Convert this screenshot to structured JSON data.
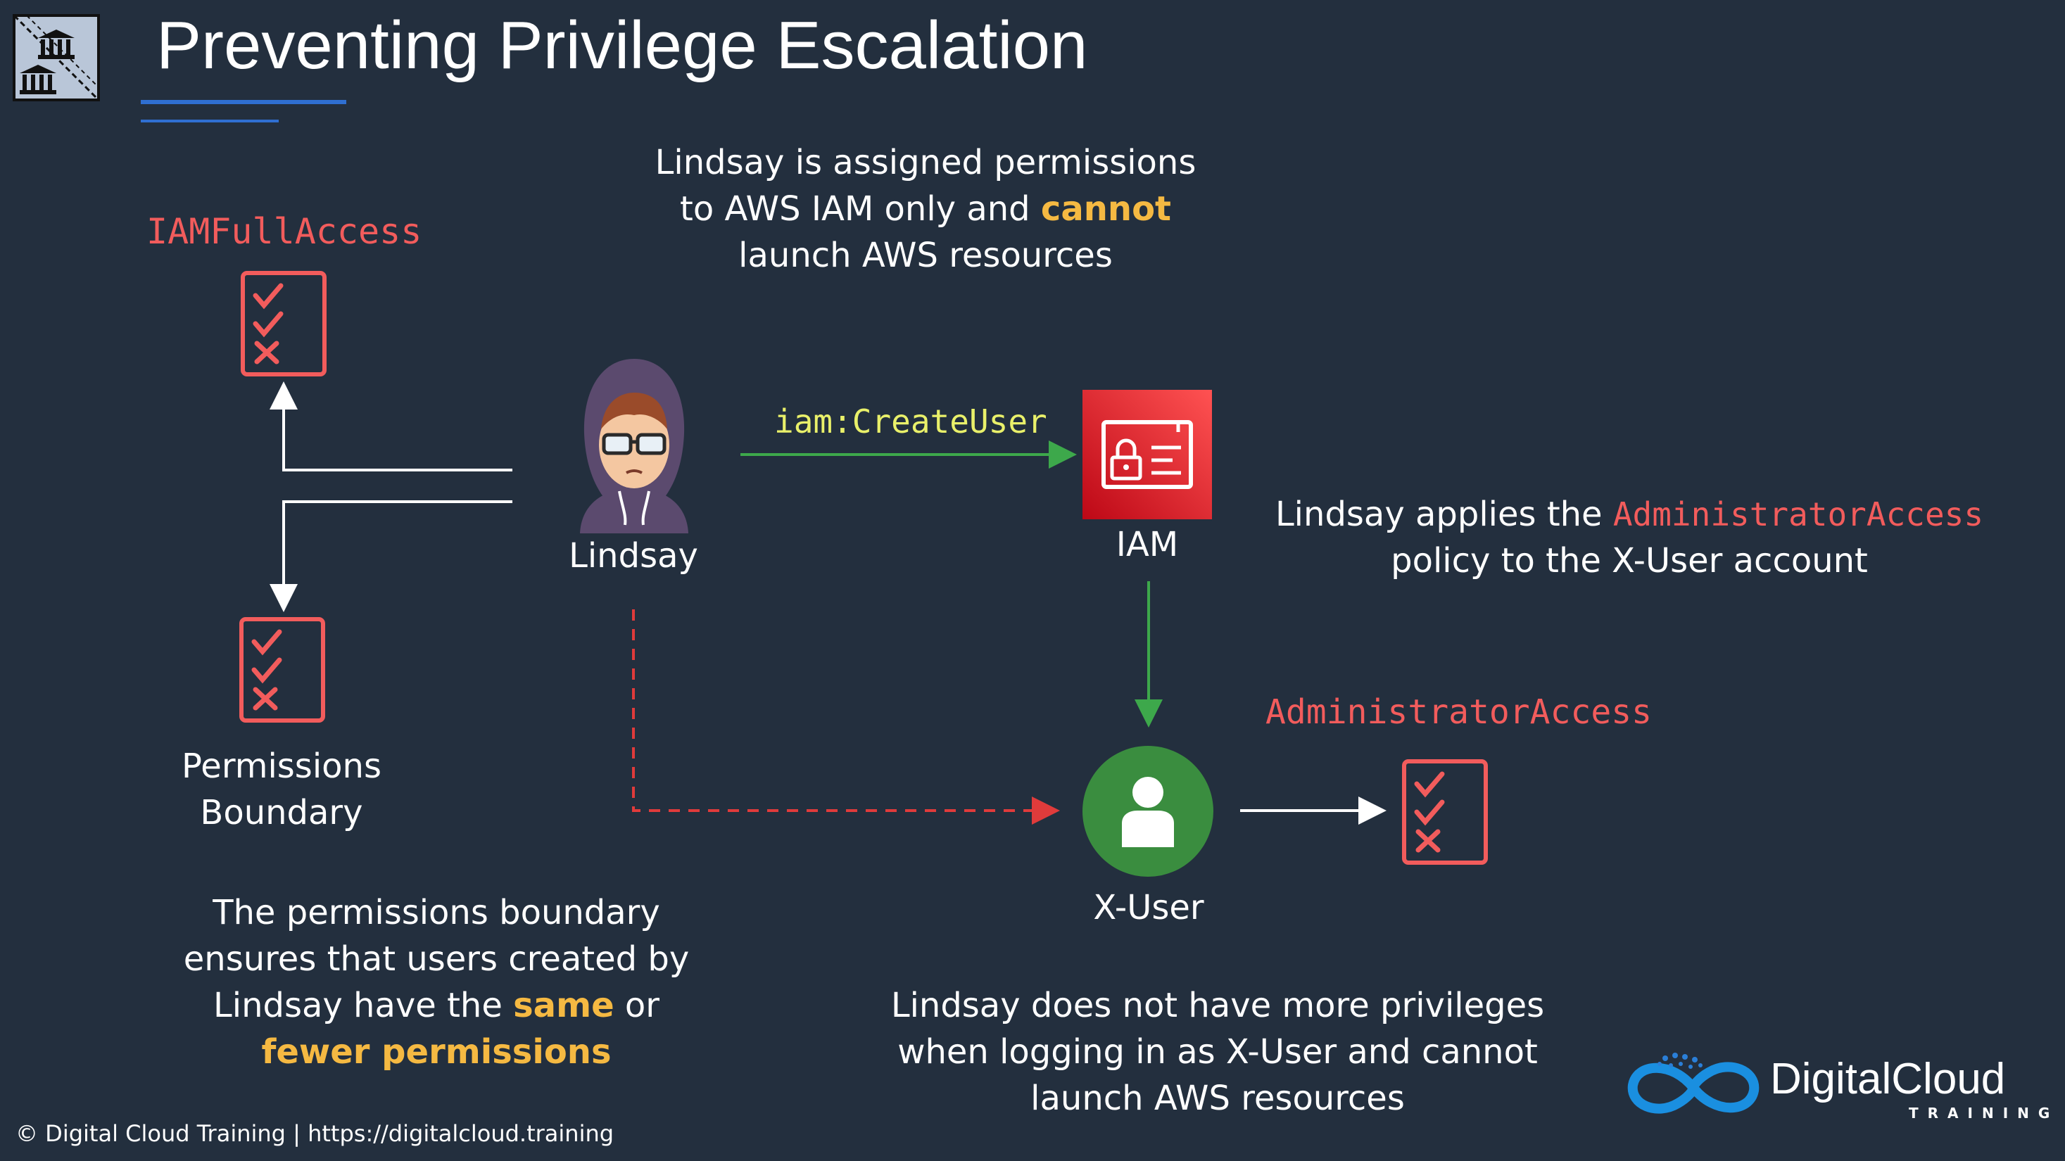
{
  "slide": {
    "title": "Preventing Privilege Escalation",
    "footer": "© Digital Cloud Training  |  https://digitalcloud.training"
  },
  "policies": {
    "top": "IAMFullAccess",
    "admin": "AdministratorAccess"
  },
  "nodes": {
    "lindsay": "Lindsay",
    "iam": "IAM",
    "xuser": "X-User",
    "boundary_line1": "Permissions",
    "boundary_line2": "Boundary"
  },
  "edges": {
    "create_user": "iam:CreateUser"
  },
  "notes": {
    "top": {
      "line1": "Lindsay is assigned permissions",
      "line2_pre": "to AWS IAM only and ",
      "line2_em": "cannot",
      "line3": "launch AWS resources"
    },
    "right": {
      "line1_pre": "Lindsay applies the ",
      "line1_code": "AdministratorAccess",
      "line2": "policy to the X-User account"
    },
    "left": {
      "line1": "The permissions boundary",
      "line2": "ensures that users created by",
      "line3_pre": "Lindsay have the ",
      "line3_em": "same",
      "line3_post": " or",
      "line4_em": "fewer permissions"
    },
    "bottom": {
      "line1": "Lindsay does not have more privileges",
      "line2": "when logging in as X-User and cannot",
      "line3": "launch AWS resources"
    }
  },
  "logo": {
    "name": "DigitalCloud",
    "tagline": "TRAINING"
  },
  "colors": {
    "background": "#232f3e",
    "policy_red": "#f25c5c",
    "emphasis_yellow": "#f5b942",
    "green_arrow": "#3da84b",
    "iam_red": "#d8232a",
    "xuser_green": "#3a8d3f",
    "accent_blue": "#2f6fd1"
  }
}
